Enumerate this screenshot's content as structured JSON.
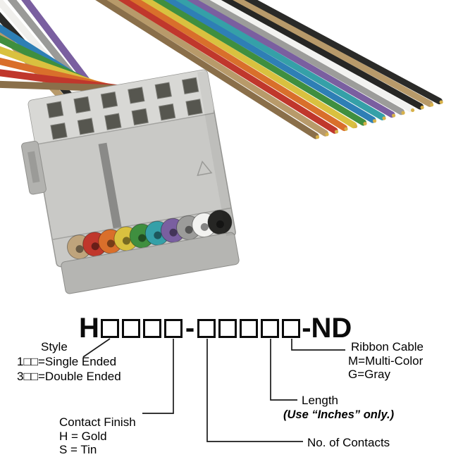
{
  "photo": {
    "background": "#ffffff",
    "connector": {
      "body_color": "#c9c9c6",
      "top_color": "#d8d8d5",
      "slot_color": "#8a8a88",
      "bar_color": "#b5b5b2",
      "latch_color": "#b2b2af",
      "hole_color": "#56564f",
      "hole_rows": 2,
      "hole_cols": 6
    },
    "loop_colors": [
      "#bfa47c",
      "#c0372c",
      "#d96f2b",
      "#d9c13f",
      "#3f8f3f",
      "#35a0a8",
      "#7a5fa0",
      "#9c9c9a",
      "#f2f2f0",
      "#262624"
    ],
    "left_cable_colors": [
      "#b89a6a",
      "#2a2a28",
      "#f0efec",
      "#9a9a98",
      "#7a5fa0",
      "#2e7fb5",
      "#3f8f3f",
      "#d9c13f",
      "#d96f2b",
      "#c0372c",
      "#8a6f4a"
    ],
    "right_cable_colors": [
      "#8a6f4a",
      "#b89a6a",
      "#c0372c",
      "#d96f2b",
      "#d9c13f",
      "#3f8f3f",
      "#2e7fb5",
      "#35a0a8",
      "#7a5fa0",
      "#9c9c9a",
      "#f2f2f0",
      "#262624",
      "#b89a6a",
      "#2a2a28"
    ],
    "wire_tip_color": "#d8b24a"
  },
  "part_number": {
    "prefix": "H",
    "separator": "-",
    "suffix": "-ND",
    "group1_placeholders": 4,
    "group2_placeholders": 5
  },
  "callouts": {
    "style": {
      "title": "Style",
      "options": [
        "1□□=Single Ended",
        "3□□=Double Ended"
      ]
    },
    "ribbon": {
      "title": "Ribbon Cable",
      "options": [
        "M=Multi-Color",
        "G=Gray"
      ]
    },
    "length": {
      "title": "Length",
      "note": "(Use “Inches” only.)"
    },
    "finish": {
      "title": "Contact Finish",
      "options": [
        "H = Gold",
        "S = Tin"
      ]
    },
    "contacts": {
      "title": "No. of Contacts"
    }
  }
}
